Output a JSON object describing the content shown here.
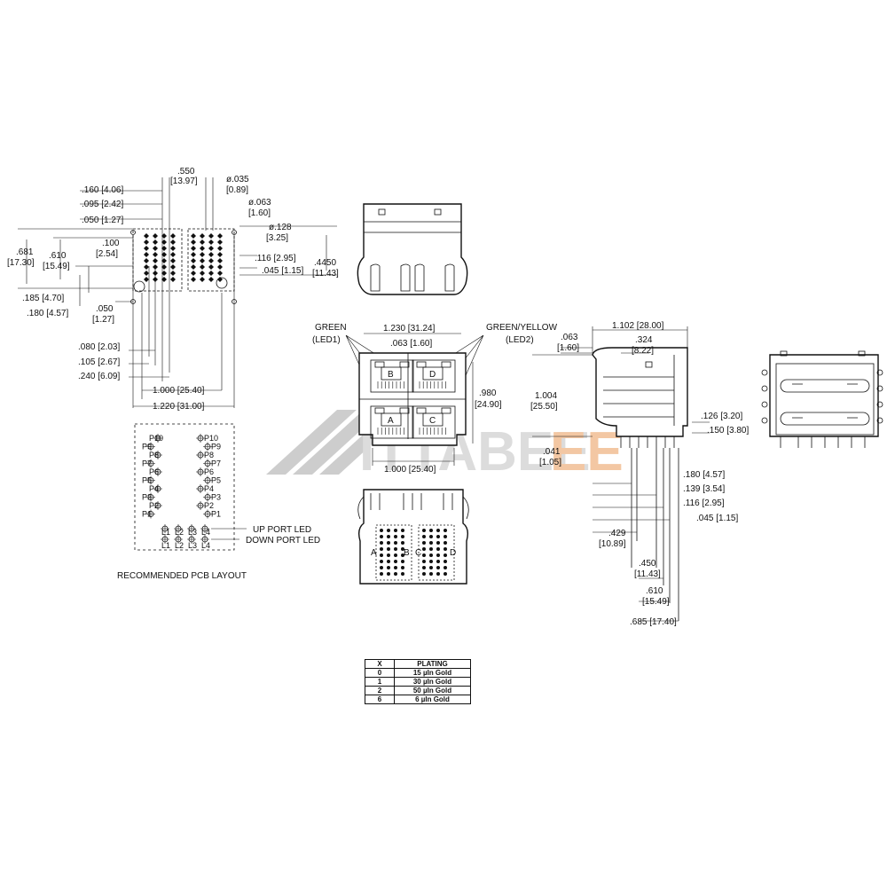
{
  "pcb": {
    "title": "RECOMMENDED PCB LAYOUT",
    "dims": {
      "d550": ".550",
      "d550m": "[13.97]",
      "d160": ".160 [4.06]",
      "d095": ".095 [2.42]",
      "d050a": ".050 [1.27]",
      "d681": ".681",
      "d681m": "[17.30]",
      "d610": ".610",
      "d610m": "[15.49]",
      "d100": ".100",
      "d100m": "[2.54]",
      "d035": "ø.035",
      "d035m": "[0.89]",
      "d063": "ø.063",
      "d063m": "[1.60]",
      "d128": "ø.128",
      "d128m": "[3.25]",
      "d116": ".116 [2.95]",
      "d045": ".045 [1.15]",
      "d4450": ".4450",
      "d4450m": "[11.43]",
      "d185": ".185 [4.70]",
      "d180": ".180 [4.57]",
      "d050b": ".050",
      "d050bm": "[1.27]",
      "d080": ".080 [2.03]",
      "d105": ".105 [2.67]",
      "d240": ".240 [6.09]",
      "d1000": "1.000 [25.40]",
      "d1220": "1.220 [31.00]"
    },
    "pins_left": [
      "P10",
      "P9",
      "P8",
      "P7",
      "P6",
      "P5",
      "P4",
      "P3",
      "P2",
      "P1"
    ],
    "pins_right": [
      "P10",
      "P9",
      "P8",
      "P7",
      "P6",
      "P5",
      "P4",
      "P3",
      "P2",
      "P1"
    ],
    "led_top": [
      "L1",
      "L2",
      "L3",
      "L4"
    ],
    "led_bottom": [
      "L1",
      "L2",
      "L3",
      "L4"
    ],
    "up_led": "UP PORT LED",
    "down_led": "DOWN PORT LED"
  },
  "front": {
    "green": "GREEN",
    "led1": "(LED1)",
    "greenyellow": "GREEN/YELLOW",
    "led2": "(LED2)",
    "d1230": "1.230 [31.24]",
    "d063": ".063 [1.60]",
    "d980": ".980",
    "d980m": "[24.90]",
    "d1000": "1.000 [25.40]",
    "ports": [
      "B",
      "D",
      "A",
      "C"
    ]
  },
  "bottom": {
    "ports": [
      "A",
      "B",
      "C",
      "D"
    ]
  },
  "side": {
    "d1102": "1.102 [28.00]",
    "d063": ".063",
    "d063m": "[1.60]",
    "d324": ".324",
    "d324m": "[8.22]",
    "d1004": "1.004",
    "d1004m": "[25.50]",
    "d126": ".126 [3.20]",
    "d150": ".150 [3.80]",
    "d041": ".041",
    "d041m": "[1.05]",
    "d180": ".180 [4.57]",
    "d139": ".139 [3.54]",
    "d116": ".116 [2.95]",
    "d045": ".045 [1.15]",
    "d429": ".429",
    "d429m": "[10.89]",
    "d450": ".450",
    "d450m": "[11.43]",
    "d610": ".610",
    "d610m": "[15.49]",
    "d685": ".685 [17.40]"
  },
  "watermark": "ITTABEE",
  "table": {
    "headers": [
      "X",
      "PLATING"
    ],
    "rows": [
      [
        "0",
        "15 µIn Gold"
      ],
      [
        "1",
        "30 µIn Gold"
      ],
      [
        "2",
        "50 µIn Gold"
      ],
      [
        "6",
        "6 µIn Gold"
      ]
    ]
  }
}
